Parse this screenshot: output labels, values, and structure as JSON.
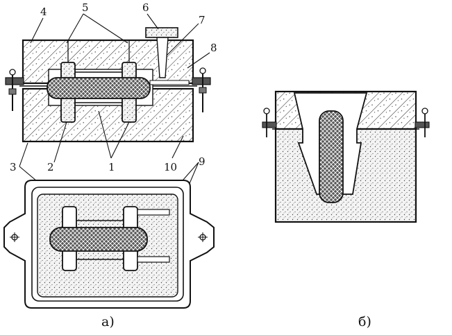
{
  "figure_a": {
    "caption": "а)",
    "labels": {
      "n1": "1",
      "n2": "2",
      "n3": "3",
      "n4": "4",
      "n5": "5",
      "n6": "6",
      "n7": "7",
      "n8": "8",
      "n9": "9",
      "n10": "10"
    }
  },
  "figure_b": {
    "caption": "б)"
  }
}
